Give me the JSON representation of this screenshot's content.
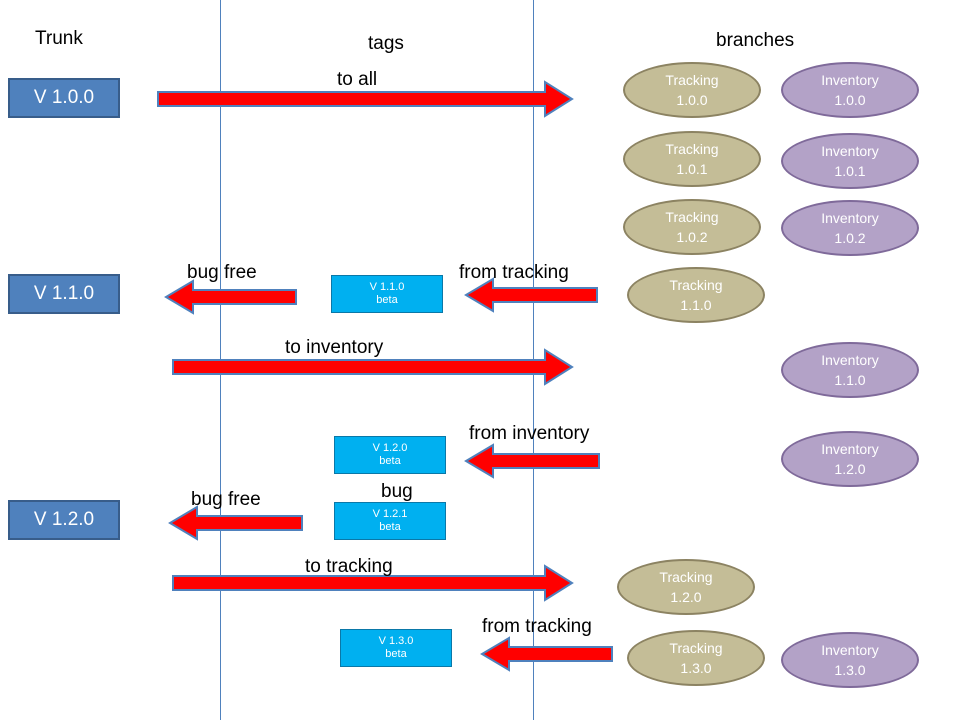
{
  "headers": {
    "trunk": "Trunk",
    "tags": "tags",
    "branches": "branches"
  },
  "trunk": [
    {
      "label": "V 1.0.0"
    },
    {
      "label": "V 1.1.0"
    },
    {
      "label": "V 1.2.0"
    }
  ],
  "tags": [
    {
      "line1": "V 1.1.0",
      "line2": "beta"
    },
    {
      "line1": "V 1.2.0",
      "line2": "beta"
    },
    {
      "line1": "V 1.2.1",
      "line2": "beta"
    },
    {
      "line1": "V 1.3.0",
      "line2": "beta"
    }
  ],
  "tracking": [
    {
      "name": "Tracking",
      "version": "1.0.0"
    },
    {
      "name": "Tracking",
      "version": "1.0.1"
    },
    {
      "name": "Tracking",
      "version": "1.0.2"
    },
    {
      "name": "Tracking",
      "version": "1.1.0"
    },
    {
      "name": "Tracking",
      "version": "1.2.0"
    },
    {
      "name": "Tracking",
      "version": "1.3.0"
    }
  ],
  "inventory": [
    {
      "name": "Inventory",
      "version": "1.0.0"
    },
    {
      "name": "Inventory",
      "version": "1.0.1"
    },
    {
      "name": "Inventory",
      "version": "1.0.2"
    },
    {
      "name": "Inventory",
      "version": "1.1.0"
    },
    {
      "name": "Inventory",
      "version": "1.2.0"
    },
    {
      "name": "Inventory",
      "version": "1.3.0"
    }
  ],
  "arrow_labels": {
    "to_all": "to all",
    "bug_free_1": "bug free",
    "from_tracking_1": "from tracking",
    "to_inventory": "to inventory",
    "from_inventory": "from inventory",
    "bug": "bug",
    "bug_free_2": "bug free",
    "to_tracking": "to tracking",
    "from_tracking_2": "from tracking"
  },
  "colors": {
    "arrow_fill": "#ff0000",
    "arrow_stroke": "#4f81bd",
    "trunk_box": "#4f81bd",
    "tag_box": "#00b0f0",
    "tracking_oval": "#c4bd97",
    "inventory_oval": "#b3a2c7",
    "lane_line": "#4f81bd"
  }
}
